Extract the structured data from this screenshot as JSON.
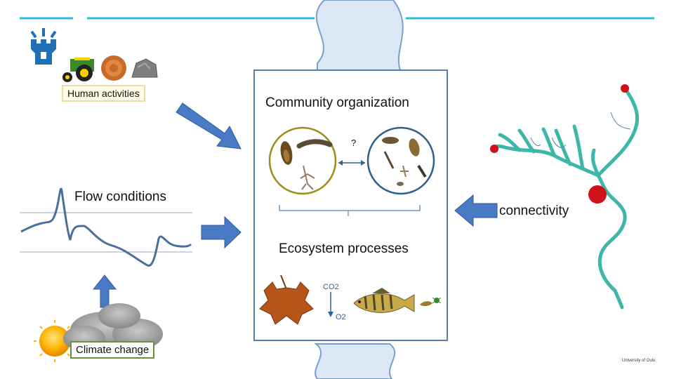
{
  "slide": {
    "labels": {
      "human_activities": "Human activities",
      "community_organization": "Community organization",
      "question_mark": "?",
      "flow_conditions": "Flow conditions",
      "connectivity": "connectivity",
      "ecosystem_processes": "Ecosystem processes",
      "co2": "CO2",
      "o2": "O2",
      "climate_change": "Climate change",
      "university": "University of Oulu"
    },
    "colors": {
      "accent_line": "#2fb9d9",
      "arrow_blue": "#4a7ac4",
      "river_teal": "#3db8a8",
      "node_red": "#d0101a",
      "left_circle": "#a08a1a",
      "right_circle": "#2e5f8a",
      "panel_border": "#5a7fa8"
    },
    "icons": [
      "university-logo-icon",
      "tractor-icon",
      "wood-icon",
      "rock-icon",
      "sun-icon",
      "cloud-icon",
      "leaf-icon",
      "fish-icon",
      "snail-icon",
      "insect-larva-icon"
    ]
  }
}
